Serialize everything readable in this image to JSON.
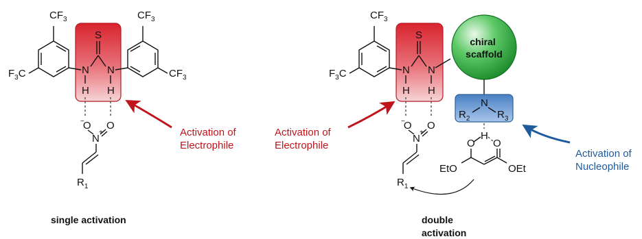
{
  "labels": {
    "cf3": "CF",
    "cf3_sub": "3",
    "f3c": "F",
    "f3c_sub": "3",
    "f3c_tail": "C",
    "s": "S",
    "n": "N",
    "h": "H",
    "o": "O",
    "minus": "−",
    "plus": "+",
    "r": "R",
    "r1_sub": "1",
    "r2_sub": "2",
    "r3_sub": "3",
    "eto": "EtO",
    "oet": "OEt"
  },
  "left_panel": {
    "activation_label_line1": "Activation of",
    "activation_label_line2": "Electrophile",
    "caption": "single activation"
  },
  "right_panel": {
    "chiral_line1": "chiral",
    "chiral_line2": "scaffold",
    "electrophile_label_line1": "Activation of",
    "electrophile_label_line2": "Electrophile",
    "nucleophile_label_line1": "Activation of",
    "nucleophile_label_line2": "Nucleophile",
    "caption_line1": "double",
    "caption_line2": "activation"
  },
  "colors": {
    "thiourea_red": "#d8242e",
    "electrophile_arrow": "#c0141c",
    "nucleophile_arrow": "#1f5a9c",
    "amine_blue": "#5b8fce",
    "scaffold_green": "#27a13a",
    "bond_black": "#111111"
  }
}
